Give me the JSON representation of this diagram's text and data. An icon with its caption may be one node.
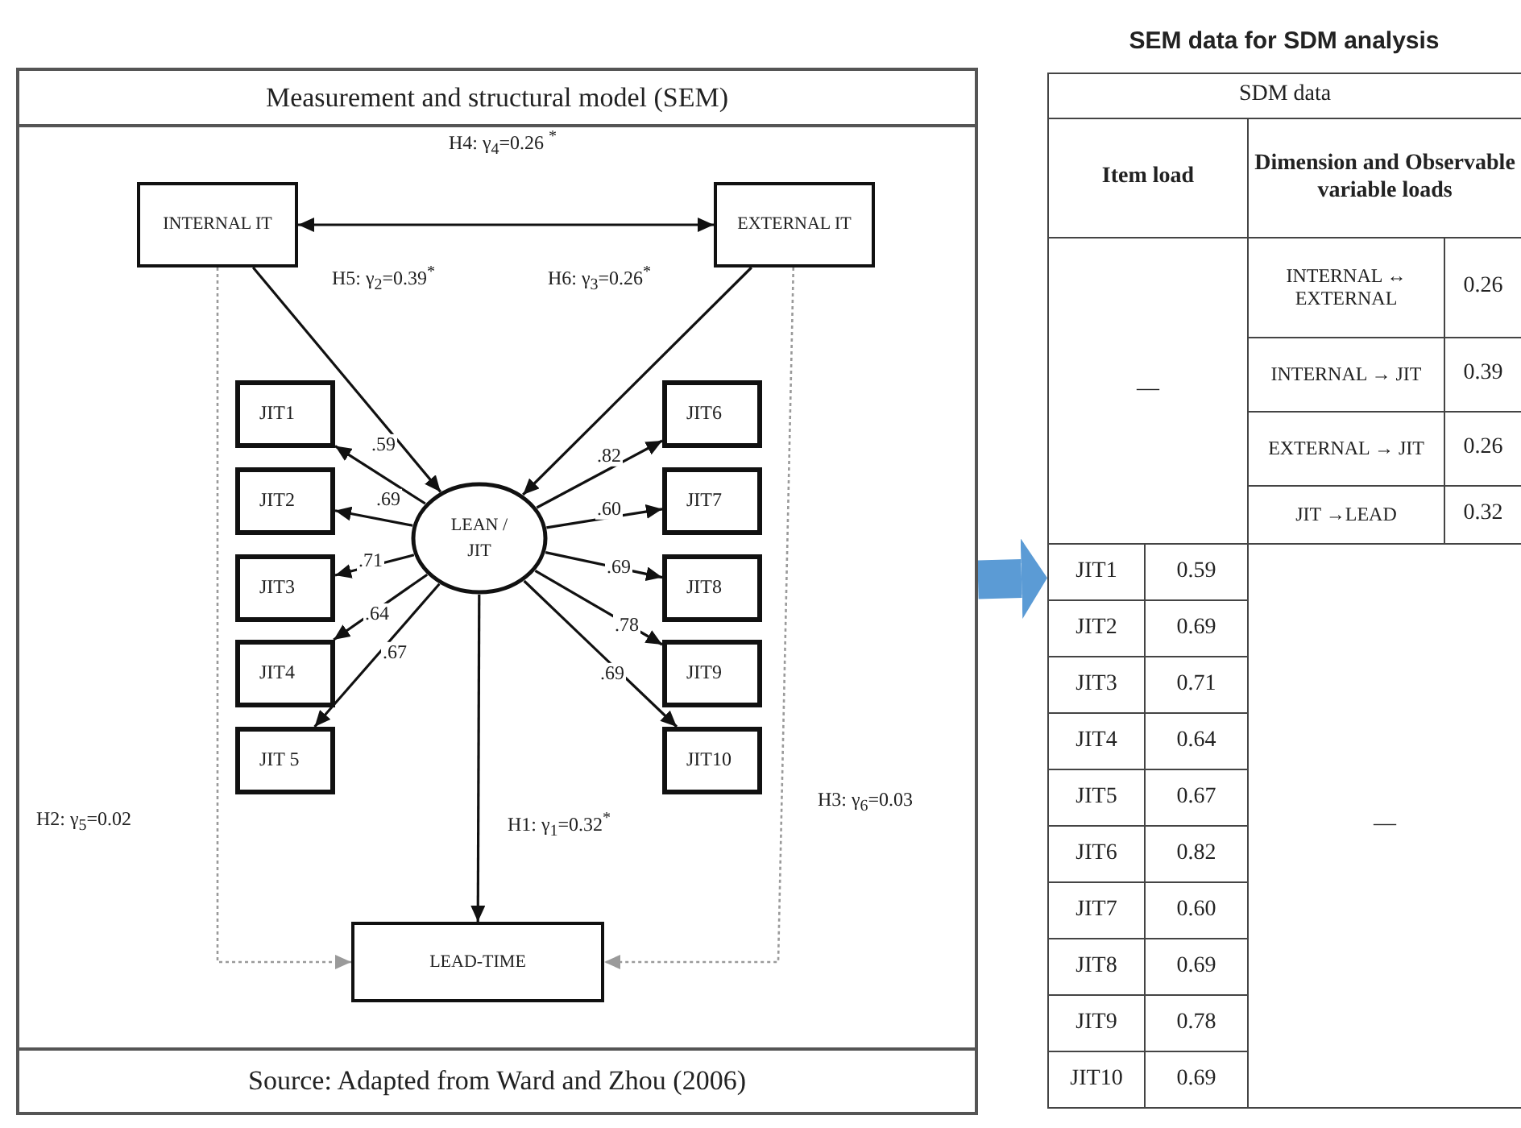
{
  "diagram": {
    "nodes": [
      {
        "text": [
          "Measurement and structural model (SEM)",
          "Source: Adapted from Ward and Zhou (2006)"
        ]
      },
      {
        "text": [
          "INTERNAL IT"
        ],
        "in": 0
      },
      {
        "text": [
          "EXTERNAL IT"
        ],
        "in": 0
      },
      {
        "text": [
          "LEAN / JIT"
        ],
        "in": 0
      },
      {
        "text": [
          "JIT1"
        ],
        "in": 0
      },
      {
        "text": [
          "JIT2"
        ],
        "in": 0
      },
      {
        "text": [
          "JIT3"
        ],
        "in": 0
      },
      {
        "text": [
          "JIT4"
        ],
        "in": 0
      },
      {
        "text": [
          "JIT 5"
        ],
        "in": 0
      },
      {
        "text": [
          "JIT6"
        ],
        "in": 0
      },
      {
        "text": [
          "JIT7"
        ],
        "in": 0
      },
      {
        "text": [
          "JIT8"
        ],
        "in": 0
      },
      {
        "text": [
          "JIT9"
        ],
        "in": 0
      },
      {
        "text": [
          "JIT10"
        ],
        "in": 0
      },
      {
        "text": [
          "LEAD-TIME"
        ],
        "in": 0
      },
      {
        "text": [
          "SEM data for SDM analysis",
          "SDM data"
        ]
      }
    ],
    "edges": [
      {
        "from": 1,
        "to": 2,
        "arrow": "both",
        "label": "H4: γ$_{4}$=0.26 $^{*}$"
      },
      {
        "from": 1,
        "to": 3,
        "arrow": "to",
        "label": "H5: γ$_{2}$=0.39$^{*}$"
      },
      {
        "from": 2,
        "to": 3,
        "arrow": "to",
        "label": "H6: γ$_{3}$=0.26$^{*}$"
      },
      {
        "from": 3,
        "to": 4,
        "arrow": "to",
        "label": ".59"
      },
      {
        "from": 3,
        "to": 5,
        "arrow": "to",
        "label": ".69"
      },
      {
        "from": 3,
        "to": 6,
        "arrow": "to",
        "label": ".71"
      },
      {
        "from": 3,
        "to": 7,
        "arrow": "to",
        "label": ".64"
      },
      {
        "from": 3,
        "to": 8,
        "arrow": "to",
        "label": ".67"
      },
      {
        "from": 3,
        "to": 9,
        "arrow": "to",
        "label": ".82"
      },
      {
        "from": 3,
        "to": 10,
        "arrow": "to",
        "label": ".60"
      },
      {
        "from": 3,
        "to": 11,
        "arrow": "to",
        "label": ".69"
      },
      {
        "from": 3,
        "to": 12,
        "arrow": "to",
        "label": ".78"
      },
      {
        "from": 3,
        "to": 13,
        "arrow": "to",
        "label": ".69"
      },
      {
        "from": 3,
        "to": 14,
        "arrow": "to",
        "label": "H1: γ$_{1}$=0.32$^{*}$"
      },
      {
        "from": 1,
        "to": 14,
        "arrow": "to",
        "label": "H2: γ$_{5}$=0.02",
        "style": "dashed",
        "color": "#9a9a9a"
      },
      {
        "from": 2,
        "to": 14,
        "arrow": "to",
        "label": "H3: γ$_{6}$=0.03",
        "style": "dashed",
        "color": "#9a9a9a"
      },
      {
        "from": 0,
        "to": 15,
        "arrow": "to",
        "style": "thick",
        "color": "#5b9bd5"
      }
    ],
    "labels": [
      "Item load",
      "Dimension and Observable variable loads",
      "—",
      "INTERNAL ↔ EXTERNAL",
      "0.26",
      "INTERNAL → JIT",
      "0.39",
      "EXTERNAL → JIT",
      "0.26",
      "JIT →LEAD",
      "0.32",
      "JIT1",
      "0.59",
      "—",
      "JIT2",
      "0.69",
      "JIT3",
      "0.71",
      "JIT4",
      "0.64",
      "JIT5",
      "0.67",
      "JIT6",
      "0.82",
      "JIT7",
      "0.60",
      "JIT8",
      "0.69",
      "JIT9",
      "0.78",
      "JIT10",
      "0.69"
    ]
  }
}
